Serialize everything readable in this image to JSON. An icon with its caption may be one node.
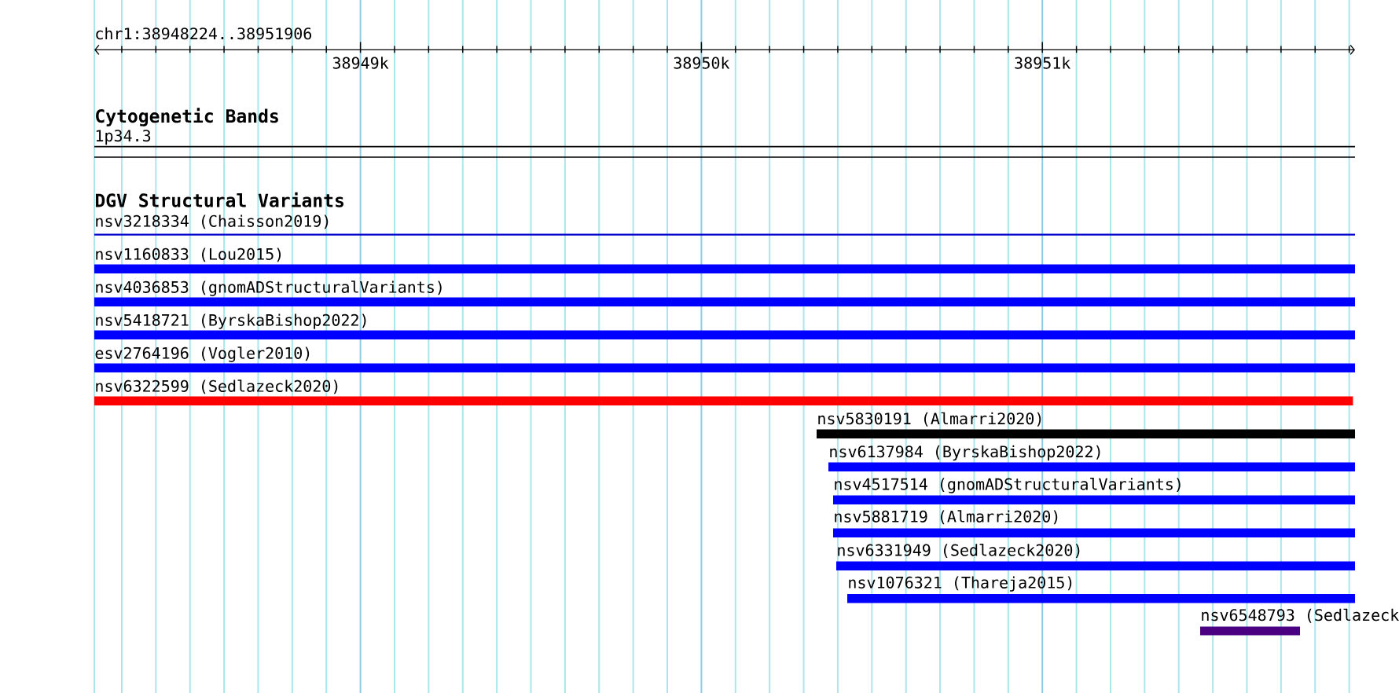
{
  "diagram": {
    "nodes": [
      {
        "text": [
          "1p34.3"
        ]
      },
      {
        "text": [
          "nsv3218334 (Chaisson2019)"
        ]
      },
      {
        "text": [
          "nsv1160833 (Lou2015)"
        ]
      },
      {
        "text": [
          "nsv4036853 (gnomADStructuralVariants)"
        ]
      },
      {
        "text": [
          "nsv5418721 (ByrskaBishop2022)"
        ]
      },
      {
        "text": [
          "esv2764196 (Vogler2010)"
        ]
      },
      {
        "text": [
          "nsv6322599 (Sedlazeck2020)"
        ]
      },
      {
        "text": [
          "nsv5830191 (Almarri2020)"
        ]
      },
      {
        "text": [
          "nsv6137984 (ByrskaBishop2022)"
        ]
      },
      {
        "text": [
          "nsv4517514 (gnomADStructuralVariants)"
        ]
      },
      {
        "text": [
          "nsv5881719 (Almarri2020)"
        ]
      },
      {
        "text": [
          "nsv6331949 (Sedlazeck2020)"
        ]
      },
      {
        "text": [
          "nsv1076321 (Thareja2015)"
        ]
      },
      {
        "text": [
          "nsv6548793 (Sedlazeck"
        ]
      }
    ],
    "labels": [
      "chr1:38948224..38951906",
      "38949k",
      "38950k",
      "38951k",
      "Cytogenetic Bands",
      "DGV Structural Variants"
    ]
  }
}
